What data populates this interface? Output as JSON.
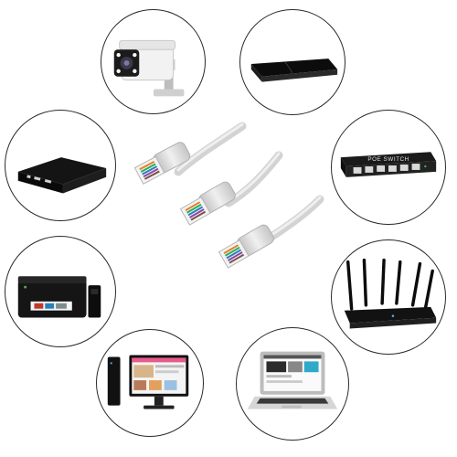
{
  "image": {
    "description_items": [
      {
        "id": "camera",
        "icon": "security-camera-icon"
      },
      {
        "id": "dvr",
        "icon": "network-video-recorder-icon"
      },
      {
        "id": "tvbox",
        "icon": "tv-box-icon"
      },
      {
        "id": "poe-switch",
        "icon": "poe-switch-icon",
        "label": "POE SWITCH"
      },
      {
        "id": "printer",
        "icon": "printer-icon"
      },
      {
        "id": "router",
        "icon": "wifi-router-icon"
      },
      {
        "id": "desktop",
        "icon": "desktop-computer-icon"
      },
      {
        "id": "laptop",
        "icon": "laptop-icon"
      }
    ],
    "cables": {
      "count": 3,
      "color": "#dcdcdc",
      "connector": "rj45-connector-icon"
    }
  },
  "colors": {
    "outline": "#2a2a2a",
    "cable": "#dcdcdc",
    "device_dark": "#111111"
  }
}
